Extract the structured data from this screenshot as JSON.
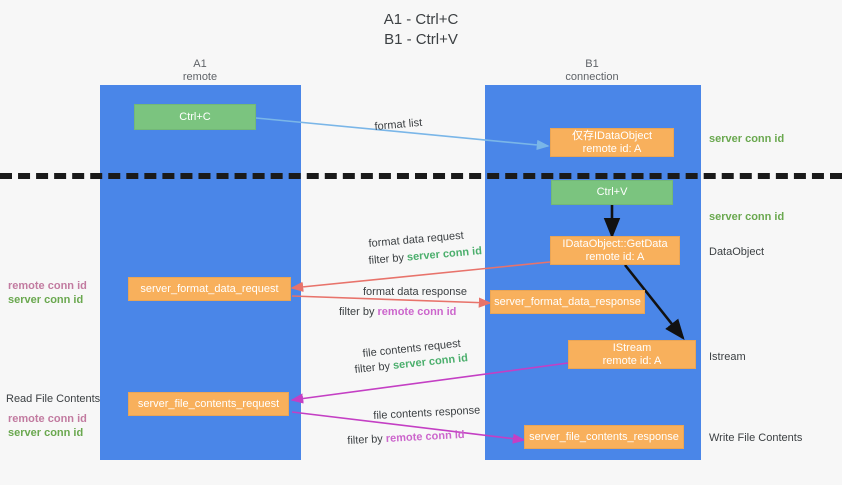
{
  "title": {
    "line1": "A1 - Ctrl+C",
    "line2": "B1 - Ctrl+V"
  },
  "columns": [
    {
      "name": "A1",
      "sub": "remote"
    },
    {
      "name": "B1",
      "sub": "connection"
    }
  ],
  "nodes": {
    "ctrl_c": {
      "label": "Ctrl+C"
    },
    "idataobject": {
      "line1": "仅存IDataObject",
      "line2": "remote id: A"
    },
    "ctrl_v": {
      "label": "Ctrl+V"
    },
    "getdata": {
      "line1": "IDataObject::GetData",
      "line2": "remote id: A"
    },
    "format_data_request": {
      "label": "server_format_data_request"
    },
    "format_data_response": {
      "label": "server_format_data_response"
    },
    "istream": {
      "line1": "IStream",
      "line2": "remote id: A"
    },
    "file_contents_request": {
      "label": "server_file_contents_request"
    },
    "file_contents_response": {
      "label": "server_file_contents_response"
    }
  },
  "flow_labels": {
    "format_list": "format list",
    "format_data_request": "format data request",
    "format_data_request_filter_prefix": "filter by ",
    "format_data_request_filter_value": "server conn id",
    "format_data_response": "format data response",
    "format_data_response_filter_prefix": "filter by ",
    "format_data_response_filter_value": "remote conn id",
    "file_contents_request": "file contents request",
    "file_contents_request_filter_prefix": "filter by ",
    "file_contents_request_filter_value": "server conn id",
    "file_contents_response": "file contents response",
    "file_contents_response_filter_prefix": "filter by ",
    "file_contents_response_filter_value": "remote conn id"
  },
  "left_annotations": {
    "remote_conn_id": "remote conn id",
    "server_conn_id": "server conn id",
    "read_file_contents": "Read File Contents",
    "remote_conn_id_2": "remote conn id",
    "server_conn_id_2": "server conn id"
  },
  "right_annotations": {
    "server_conn_id_top": "server conn id",
    "server_conn_id_mid": "server conn id",
    "dataobject": "DataObject",
    "istream": "Istream",
    "write_file_contents": "Write File Contents"
  },
  "colors": {
    "lane": "#4a86e8",
    "green_node": "#7bc47f",
    "orange_node": "#f8b05c",
    "green_text": "#4caf6d",
    "magenta_text": "#cc66cc",
    "arrow_blue": "#7ab6e8",
    "arrow_red": "#e8736b",
    "arrow_magenta": "#c43fc4",
    "arrow_dark": "#1a1a1a",
    "divider": "#1a1a1a",
    "background": "#f7f7f7"
  }
}
